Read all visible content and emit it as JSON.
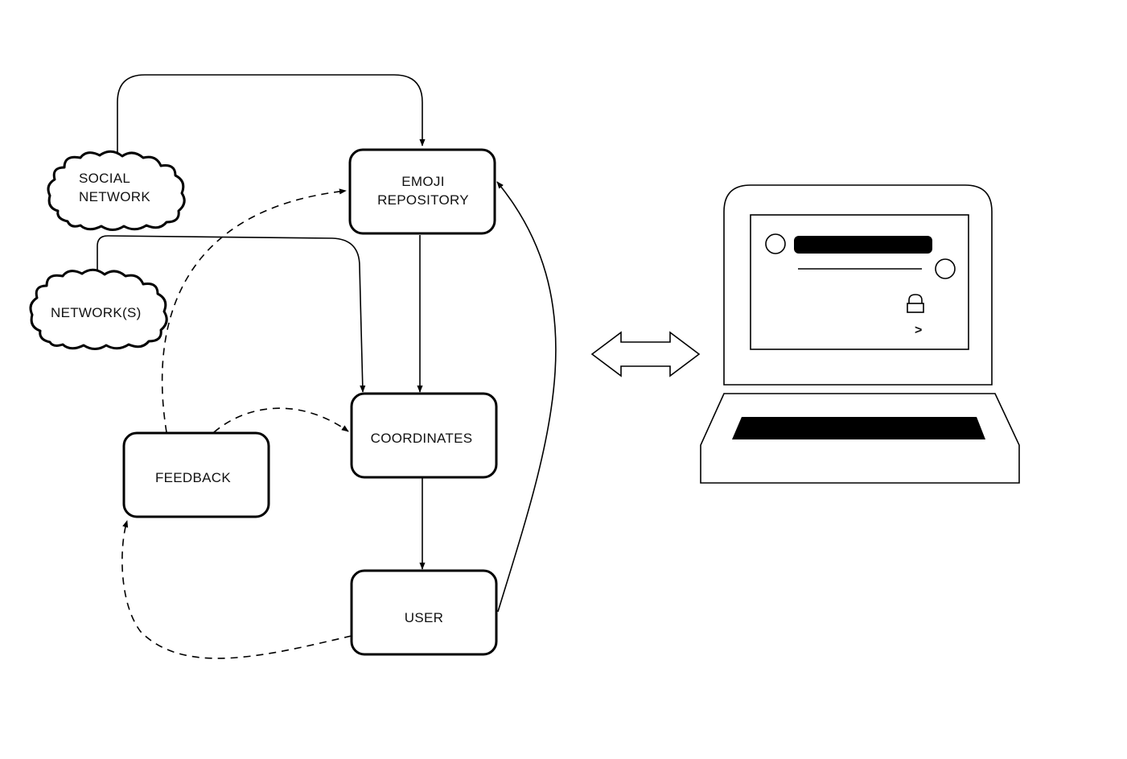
{
  "nodes": {
    "social_network": {
      "line1": "SOCIAL",
      "line2": "NETWORK"
    },
    "networks": {
      "label": "NETWORK(S)"
    },
    "emoji_repository": {
      "line1": "EMOJI",
      "line2": "REPOSITORY"
    },
    "coordinates": {
      "label": "COORDINATES"
    },
    "feedback": {
      "label": "FEEDBACK"
    },
    "user": {
      "label": "USER"
    }
  },
  "laptop": {
    "prompt_glyph": ">",
    "lock_icon": "lock-icon"
  },
  "colors": {
    "stroke": "#000000",
    "background": "#ffffff"
  }
}
